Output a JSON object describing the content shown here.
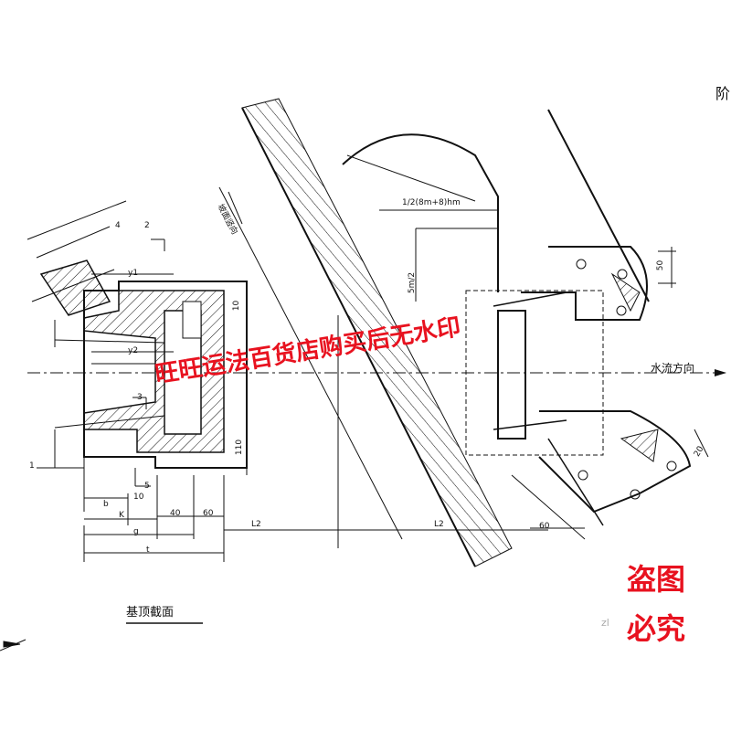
{
  "drawing": {
    "section_title": "基顶截面",
    "flow_direction": "水流方向",
    "slope_note": "1/2(8m+8)hm",
    "corner_char": "阶",
    "dims": {
      "b": "b",
      "k": "K",
      "g": "g",
      "t": "t",
      "d40": "40",
      "d60": "60",
      "d10": "10",
      "d50": "50",
      "d20": "20",
      "d10_side": "10",
      "d110": "110",
      "l2_a": "L2",
      "l2_b": "L2",
      "sixty": "60",
      "five": "5",
      "four": "4",
      "two": "2",
      "three": "3",
      "one": "1",
      "half_m": "5m/2",
      "y1": "y1",
      "y2": "y2"
    },
    "side_text": "坡面竖向",
    "zl": "zl"
  },
  "watermark": {
    "banner": "旺旺运法百货店购买后无水印",
    "stamp_line1": "盗图",
    "stamp_line2": "必究"
  },
  "colors": {
    "ink": "#111111",
    "watermark": "#e8121f"
  }
}
